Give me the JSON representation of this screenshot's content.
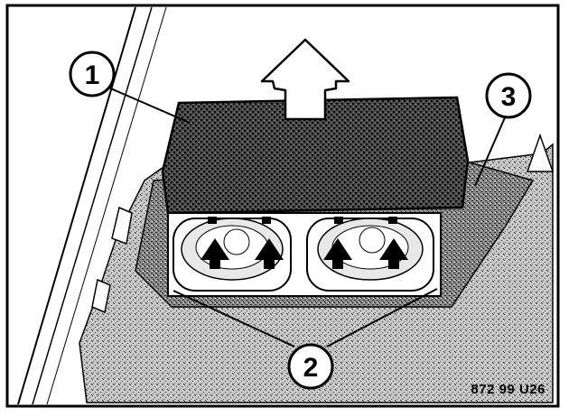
{
  "callouts": {
    "c1": "1",
    "c2": "2",
    "c3": "3"
  },
  "figure_code": "872 99 U26",
  "colors": {
    "ink": "#000000",
    "paper": "#ffffff",
    "stipple_dark": "#3a3a3a",
    "stipple_mid": "#6a6a6a",
    "stipple_light": "#a8a8a8"
  }
}
